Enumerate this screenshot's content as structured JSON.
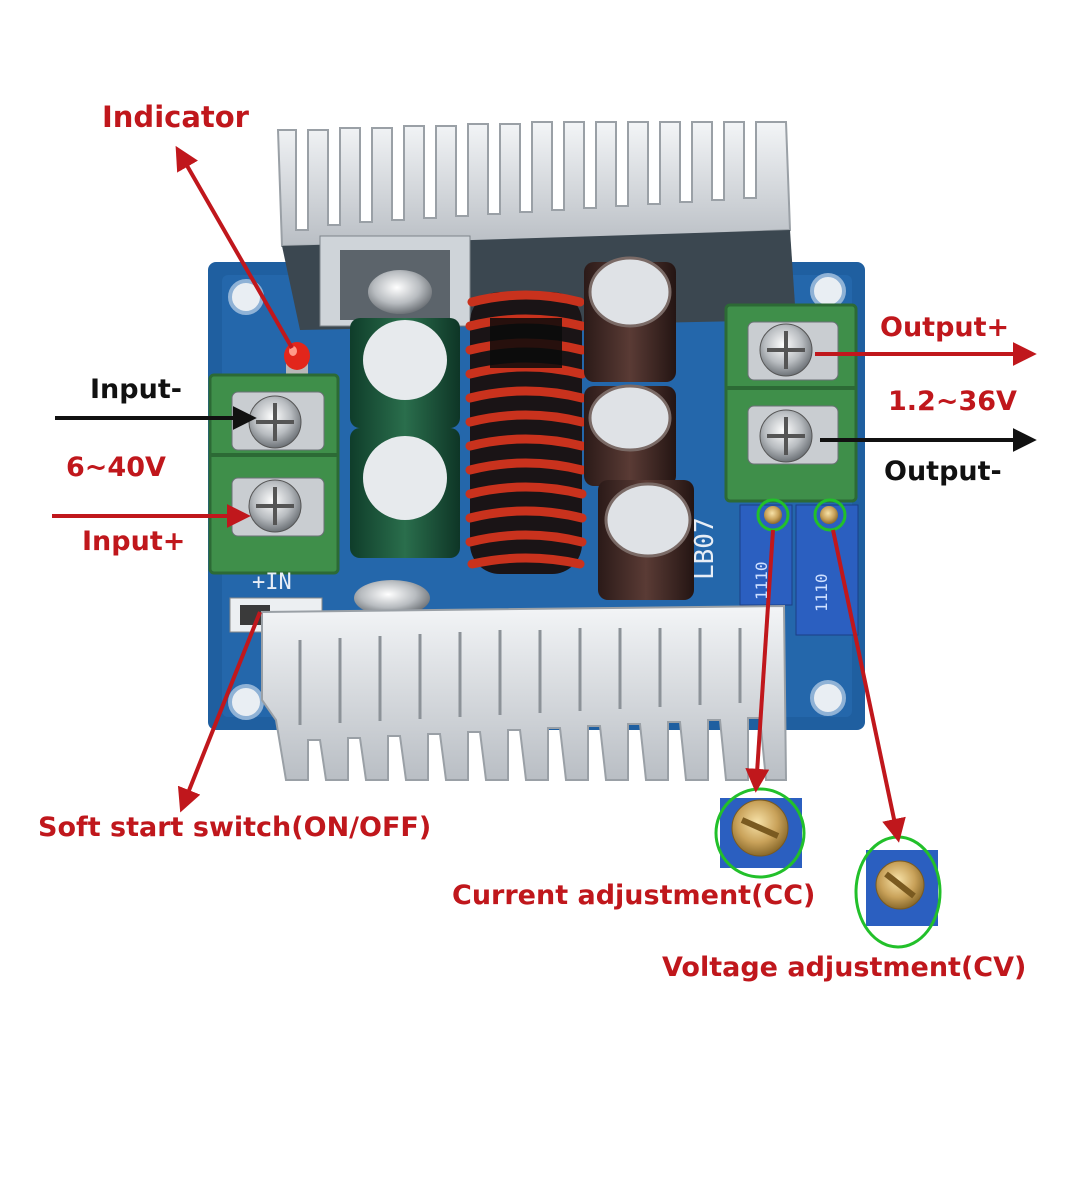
{
  "labels": {
    "indicator": "Indicator",
    "input_minus": "Input-",
    "input_range": "6~40V",
    "input_plus": "Input+",
    "output_plus": "Output+",
    "output_range": "1.2~36V",
    "output_minus": "Output-",
    "soft_start": "Soft start switch(ON/OFF)",
    "current_adj": "Current adjustment(CC)",
    "voltage_adj": "Voltage adjustment(CV)"
  },
  "board": {
    "model": "LB07",
    "in_marking": "+IN",
    "pot_marking": "1110"
  },
  "colors": {
    "label_red": "#c0171c",
    "label_black": "#111111",
    "pcb_blue": "#1f5fa0",
    "terminal_green": "#3f8f4a",
    "callout_green": "#22c02a",
    "heatsink": "#d9dde1"
  }
}
